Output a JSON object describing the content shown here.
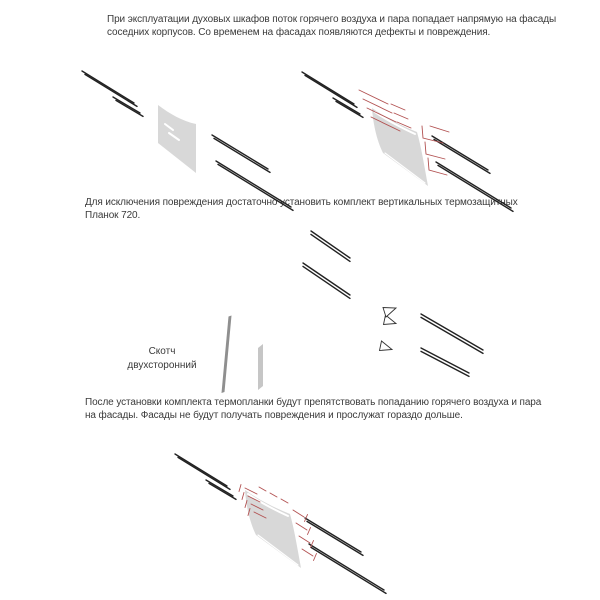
{
  "paragraphs": {
    "intro": "При эксплуатации духовых шкафов поток горячего воздуха и пара попадает напрямую на фасады\nсоседних корпусов. Со временем на фасадах появляются дефекты и повреждения.",
    "solution": "Для исключения повреждения достаточно установить комплект вертикальных термозащитных\nПланок 720.",
    "result": "После установки комплекта термопланки будут препятствовать попаданию горячего воздуха и пара\nна фасады. Фасады не будут получать повреждения и прослужат гораздо дольше."
  },
  "labels": {
    "tape": "Скотч\nдвухсторонний"
  },
  "colors": {
    "line": "#333333",
    "door_fill": "#d8d8d8",
    "tape_fill": "#8f8f8f",
    "arrow": "#b25151"
  },
  "figures": [
    {
      "name": "stove-closed",
      "caption_ref": "intro"
    },
    {
      "name": "stove-open-steam",
      "caption_ref": "intro"
    },
    {
      "name": "cabinet-corner-with-strip",
      "caption_ref": "solution"
    },
    {
      "name": "strip-installation",
      "caption_ref": "solution"
    },
    {
      "name": "stove-protected",
      "caption_ref": "result"
    }
  ]
}
